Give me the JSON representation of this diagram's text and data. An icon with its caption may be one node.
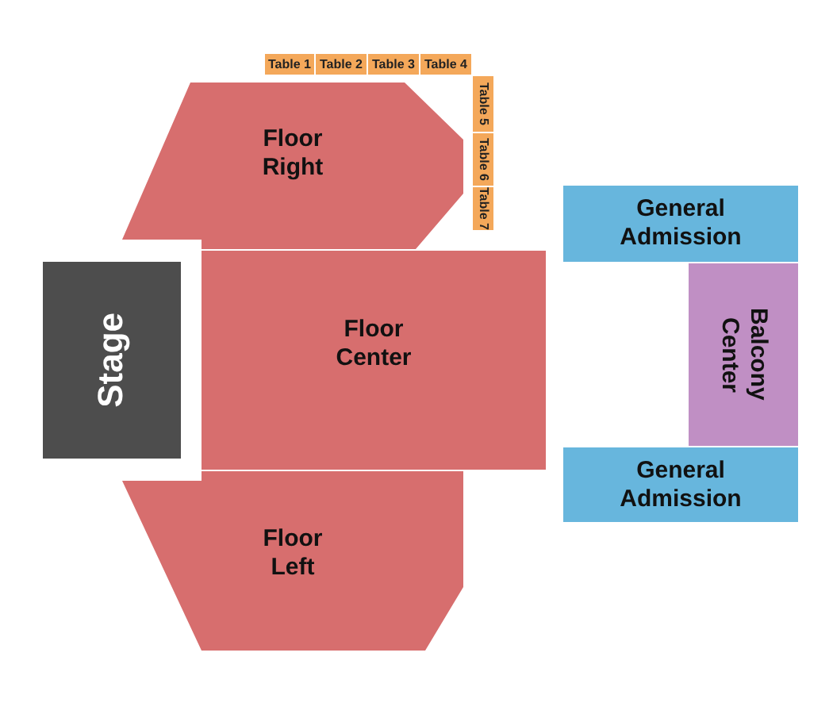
{
  "diagram": {
    "nodes": [
      {
        "text": [
          "Table 1"
        ]
      },
      {
        "text": [
          "Table 2"
        ]
      },
      {
        "text": [
          "Table 3"
        ]
      },
      {
        "text": [
          "Table 4"
        ]
      },
      {
        "text": [
          "Table 5"
        ]
      },
      {
        "text": [
          "Floor Right"
        ]
      },
      {
        "text": [
          "Table 6"
        ]
      },
      {
        "text": [
          "General Admission"
        ]
      },
      {
        "text": [
          "Table 7"
        ]
      },
      {
        "text": [
          "Stage"
        ]
      },
      {
        "text": [
          "Floor Center"
        ]
      },
      {
        "text": [
          "Balcony Center"
        ]
      },
      {
        "text": [
          "General Admission"
        ]
      },
      {
        "text": [
          "Floor Left"
        ]
      }
    ]
  }
}
